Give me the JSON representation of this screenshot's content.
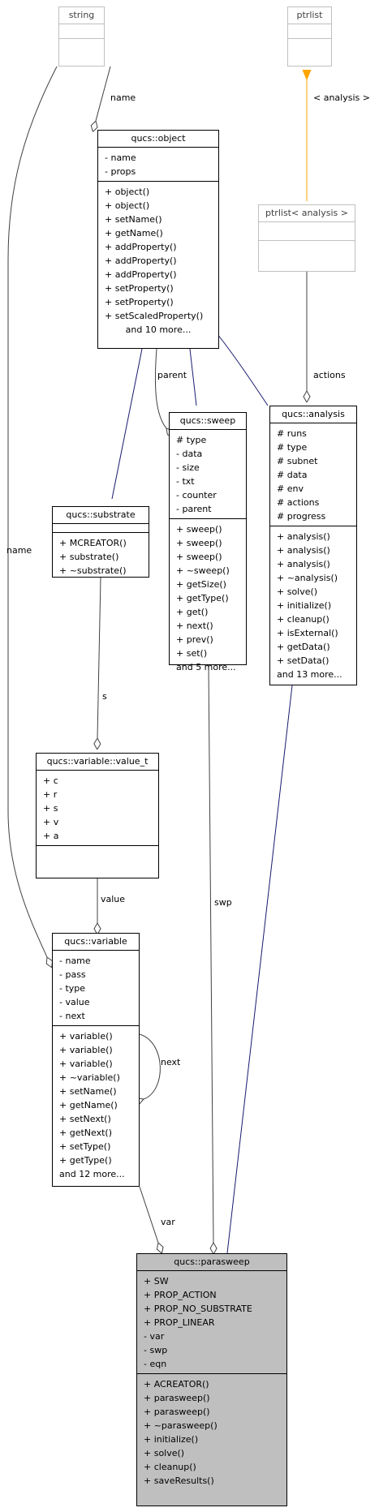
{
  "classes": {
    "string": {
      "name": "string",
      "attributes": [],
      "methods": []
    },
    "ptrlist": {
      "name": "ptrlist",
      "attributes": [],
      "methods": []
    },
    "object": {
      "name": "qucs::object",
      "attributes": [
        "- name",
        "- props"
      ],
      "methods": [
        "+ object()",
        "+ object()",
        "+ setName()",
        "+ getName()",
        "+ addProperty()",
        "+ addProperty()",
        "+ addProperty()",
        "+ setProperty()",
        "+ setProperty()",
        "+ setScaledProperty()",
        "and 10 more..."
      ]
    },
    "ptrlist_analysis": {
      "name": "ptrlist< analysis >",
      "attributes": [],
      "methods": []
    },
    "sweep": {
      "name": "qucs::sweep",
      "attributes": [
        "# type",
        "- data",
        "- size",
        "- txt",
        "- counter",
        "- parent"
      ],
      "methods": [
        "+ sweep()",
        "+ sweep()",
        "+ sweep()",
        "+ ~sweep()",
        "+ getSize()",
        "+ getType()",
        "+ get()",
        "+ next()",
        "+ prev()",
        "+ set()",
        "and 5 more..."
      ]
    },
    "analysis": {
      "name": "qucs::analysis",
      "attributes": [
        "# runs",
        "# type",
        "# subnet",
        "# data",
        "# env",
        "# actions",
        "# progress"
      ],
      "methods": [
        "+ analysis()",
        "+ analysis()",
        "+ analysis()",
        "+ ~analysis()",
        "+ solve()",
        "+ initialize()",
        "+ cleanup()",
        "+ isExternal()",
        "+ getData()",
        "+ setData()",
        "and 13 more..."
      ]
    },
    "substrate": {
      "name": "qucs::substrate",
      "attributes": [],
      "methods": [
        "+ MCREATOR()",
        "+ substrate()",
        "+ ~substrate()"
      ]
    },
    "value_t": {
      "name": "qucs::variable::value_t",
      "attributes": [
        "+ c",
        "+ r",
        "+ s",
        "+ v",
        "+ a"
      ],
      "methods": []
    },
    "variable": {
      "name": "qucs::variable",
      "attributes": [
        "- name",
        "- pass",
        "- type",
        "- value",
        "- next"
      ],
      "methods": [
        "+ variable()",
        "+ variable()",
        "+ variable()",
        "+ ~variable()",
        "+ setName()",
        "+ getName()",
        "+ setNext()",
        "+ getNext()",
        "+ setType()",
        "+ getType()",
        "and 12 more..."
      ]
    },
    "parasweep": {
      "name": "qucs::parasweep",
      "attributes": [
        "+ SW",
        "+ PROP_ACTION",
        "+ PROP_NO_SUBSTRATE",
        "+ PROP_LINEAR",
        "- var",
        "- swp",
        "- eqn"
      ],
      "methods": [
        "+ ACREATOR()",
        "+ parasweep()",
        "+ parasweep()",
        "+ ~parasweep()",
        "+ initialize()",
        "+ solve()",
        "+ cleanup()",
        "+ saveResults()"
      ]
    }
  },
  "edge_labels": {
    "string_object": "name",
    "string_variable": "name",
    "ptrlist_to_ptrlist_analysis": "< analysis >",
    "ptrlist_analysis_to_analysis": "actions",
    "object_sweep": "parent",
    "substrate_value_t": "s",
    "value_t_variable": "value",
    "variable_self": "next",
    "variable_parasweep": "var",
    "sweep_parasweep": "swp"
  },
  "colors": {
    "inheritance": "#191970",
    "composition": "#404040",
    "template": "#ffa500",
    "focus_fill": "#bfbfbf",
    "grey_border": "#bfbfbf"
  }
}
